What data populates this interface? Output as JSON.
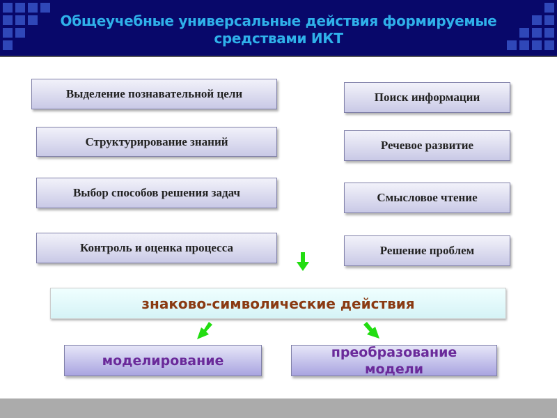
{
  "header": {
    "title_line1": "Общеучебные универсальные действия формируемые",
    "title_line2": "средствами ИКТ"
  },
  "left_items": [
    "Выделение познавательной  цели",
    "Структурирование  знаний",
    "Выбор способов решения задач",
    "Контроль и оценка процесса"
  ],
  "right_items": [
    "Поиск информации",
    "Речевое развитие",
    "Смысловое чтение",
    "Решение проблем"
  ],
  "center": {
    "label": "знаково-символические действия"
  },
  "bottom": {
    "left": "моделирование",
    "right": "преобразование модели"
  },
  "colors": {
    "header_bg": "#08086a",
    "title": "#2fb1ea",
    "arrow": "#22dd11",
    "center_text": "#8a3a12",
    "bottom_text": "#6a2a9a"
  }
}
